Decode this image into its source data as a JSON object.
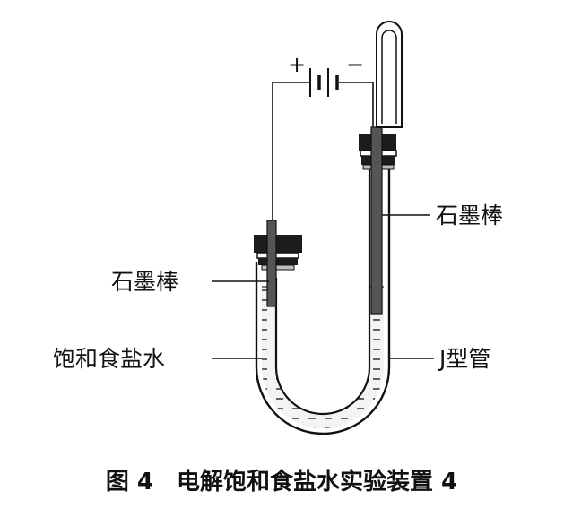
{
  "battery": {
    "plus": "+",
    "minus": "−"
  },
  "labels": {
    "right_rod": "石墨棒",
    "left_rod": "石墨棒",
    "solution": "饱和食盐水",
    "tube": "J型管"
  },
  "caption": "图 4　电解饱和食盐水实验装置 4"
}
